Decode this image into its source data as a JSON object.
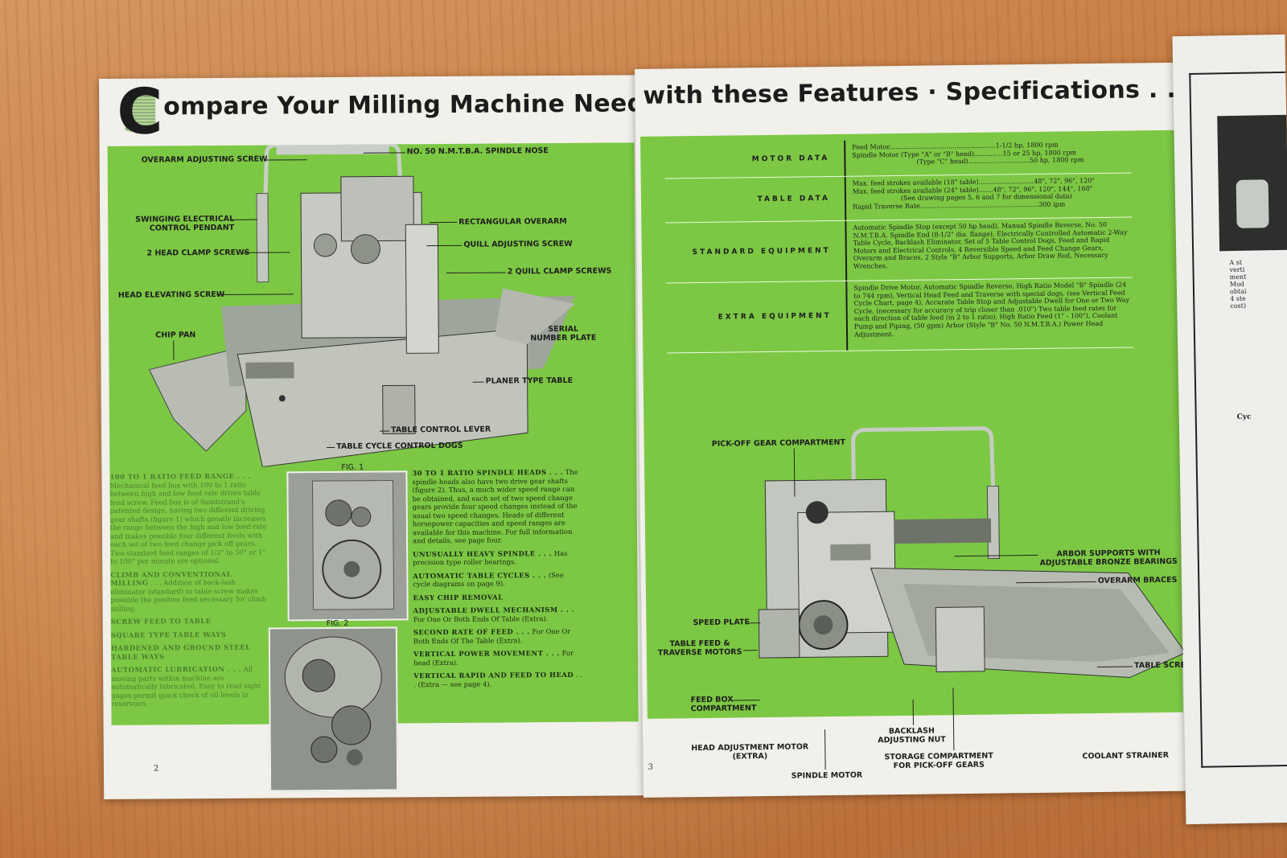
{
  "headline": {
    "left": "ompare Your Milling Machine Needs",
    "big_letter": "C",
    "right": "with these Features · Specifications . ."
  },
  "left_labels": {
    "overarm_screw": "OVERARM ADJUSTING SCREW",
    "spindle_nose": "NO. 50 N.M.T.B.A. SPINDLE NOSE",
    "pendant": "SWINGING ELECTRICAL\nCONTROL PENDANT",
    "rect_overarm": "RECTANGULAR OVERARM",
    "quill_adj": "QUILL ADJUSTING SCREW",
    "head_clamp": "2 HEAD CLAMP SCREWS",
    "quill_clamp": "2 QUILL CLAMP SCREWS",
    "head_elev": "HEAD ELEVATING SCREW",
    "chip_pan": "CHIP PAN",
    "serial": "SERIAL\nNUMBER PLATE",
    "planer": "PLANER TYPE TABLE",
    "table_lever": "TABLE CONTROL LEVER",
    "table_dogs": "TABLE CYCLE CONTROL DOGS",
    "fig1": "FIG. 1",
    "fig2": "FIG. 2"
  },
  "left_text": {
    "feed_range_title": "100 TO 1 RATIO FEED RANGE . . .",
    "feed_range_body": "Mechanical feed box with 100 to 1 ratio between high and low feed rate drives table feed screw. Feed box is of Sundstrand's patented design, having two different driving gear shafts (figure 1) which greatly increases the range between the high and low feed rate and makes possible four different feeds with each set of two feed change pick off gears. Two standard feed ranges of 1/2\" to 50\" or 1\" to 100\" per minute are optional.",
    "climb_title": "CLIMB AND CONVENTIONAL MILLING",
    "climb_body": ". . . Addition of back-lash eliminator (standard) to table screw makes possible the positive feed necessary for climb milling.",
    "screw_feed": "SCREW FEED TO TABLE",
    "square_ways": "SQUARE TYPE TABLE WAYS",
    "hardened": "HARDENED AND GROUND STEEL TABLE WAYS",
    "lube_title": "AUTOMATIC LUBRICATION . . .",
    "lube_body": "All moving parts within machine are automatically lubricated. Easy to read sight gages permit quick check of oil levels in reservoirs.",
    "spindle_title": "30 TO 1 RATIO SPINDLE HEADS . . .",
    "spindle_body": "The spindle heads also have two drive gear shafts (figure 2). Thus, a much wider speed range can be obtained, and each set of two speed change gears provide four speed changes instead of the usual two speed changes. Heads of different horsepower capacities and speed ranges are available for this machine. For full information and details, see page four.",
    "heavy_title": "UNUSUALLY HEAVY SPINDLE . . .",
    "heavy_body": "Has precision type roller bearings.",
    "cycles_title": "AUTOMATIC TABLE CYCLES . . .",
    "cycles_body": "(See cycle diagrams on page 9).",
    "chip_title": "EASY CHIP REMOVAL",
    "dwell_title": "ADJUSTABLE DWELL MECHANISM . . .",
    "dwell_body": "For One Or Both Ends Of Table (Extra).",
    "second_title": "SECOND RATE OF FEED . . .",
    "second_body": "For One Or Both Ends Of The Table (Extra).",
    "vpm_title": "VERTICAL POWER MOVEMENT . . .",
    "vpm_body": "For head (Extra).",
    "vrf_title": "VERTICAL RAPID AND FEED TO HEAD",
    "vrf_body": ". . . (Extra — see page 4).",
    "page_num": "2"
  },
  "spec": {
    "motor": {
      "cat": "MOTOR DATA",
      "l1": "Feed Motor....................................................1-1/2 hp, 1800 rpm",
      "l2": "Spindle Motor (Type \"A\" or \"B\" head)..............15 or 25 hp, 1800 rpm",
      "l3": "(Type \"C\" head)..............................50 hp, 1800 rpm"
    },
    "table": {
      "cat": "TABLE DATA",
      "l1": "Max. feed strokes available (18\" table)...........................48\", 72\", 96\", 120\"",
      "l2": "Max. feed strokes available (24\" table).......48\", 72\", 96\", 120\", 144\", 168\"",
      "l3": "(See drawing pages 5, 6 and 7 for dimensional data)",
      "l4": "Rapid Traverse Rate..........................................................300 ipm"
    },
    "standard": {
      "cat": "STANDARD EQUIPMENT",
      "text": "Automatic Spindle Stop (except 50 hp head), Manual Spindle Reverse, No. 50 N.M.T.B.A. Spindle End (8-1/2\" dia. flange), Electrically Controlled Automatic 2-Way Table Cycle, Backlash Eliminator, Set of 5 Table Control Dogs, Feed and Rapid Motors and Electrical Controls, 4 Reversible Speed and Feed Change Gears, Overarm and Braces, 2 Style \"B\" Arbor Supports, Arbor Draw Rod, Necessary Wrenches."
    },
    "extra": {
      "cat": "EXTRA EQUIPMENT",
      "text": "Spindle Drive Motor, Automatic Spindle Reverse, High Ratio Model \"B\" Spindle (24 to 744 rpm), Vertical Head Feed and Traverse with special dogs, (see Vertical Feed Cycle Chart, page 4), Accurate Table Stop and Adjustable Dwell for One or Two Way Cycle, (necessary for accuracy of trip closer than .010\") Two table feed rates for each direction of table feed (in 2 to 1 ratio), High Ratio Feed (1\" - 100\"), Coolant Pump and Piping, (50 gpm) Arbor (Style \"B\" No. 50 N.M.T.B.A.) Power Head Adjustment."
    }
  },
  "right_labels": {
    "pickoff": "PICK-OFF GEAR COMPARTMENT",
    "arbor": "ARBOR SUPPORTS WITH\nADJUSTABLE BRONZE BEARINGS",
    "braces": "OVERARM BRACES",
    "speed_plate": "SPEED PLATE",
    "traverse": "TABLE FEED &\nTRAVERSE MOTORS",
    "table_screw": "TABLE SCREW",
    "feed_box": "FEED BOX\nCOMPARTMENT",
    "backlash": "BACKLASH\nADJUSTING NUT",
    "head_adj": "HEAD ADJUSTMENT MOTOR\n(EXTRA)",
    "storage": "STORAGE COMPARTMENT\nFOR PICK-OFF GEARS",
    "coolant": "COOLANT STRAINER",
    "spindle_motor": "SPINDLE MOTOR",
    "page_num": "3"
  },
  "edge": {
    "fragment": "A st\nverti\nment\nMod\nobtai\n4 ste\ncost)",
    "cyc": "Cyc"
  },
  "colors": {
    "page_green": "#7cc844",
    "paper": "#f1f0ea",
    "ink": "#1c1c1c"
  }
}
